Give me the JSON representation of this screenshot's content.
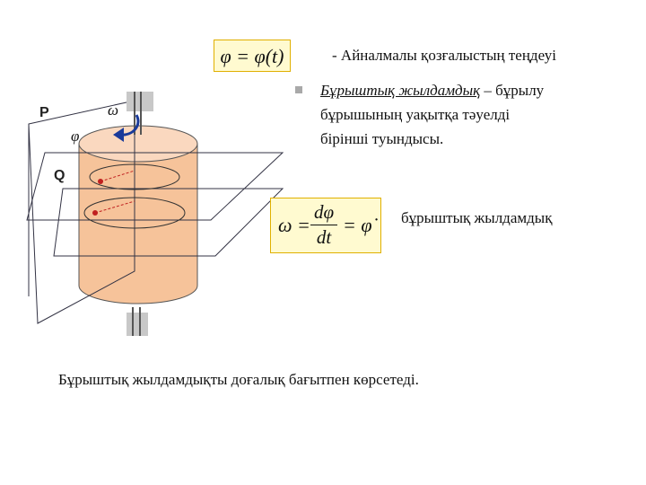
{
  "header": {
    "equation": "φ = φ(t)",
    "title": "- Айналмалы қозғалыстың теңдеуі"
  },
  "definition": {
    "term": "Бұрыштық жылдамдық",
    "line1_rest": " – бұрылу",
    "line2": "бұрышының  уақытқа    тәуелді",
    "line3": "бірінші   туындысы."
  },
  "angular_velocity": {
    "lhs": "ω =",
    "numerator": "dφ",
    "denominator": "dt",
    "rhs": "= φ̇",
    "label": "бұрыштық  жылдамдық"
  },
  "diagram": {
    "plane_p_label": "P",
    "plane_q_label": "Q",
    "omega_symbol": "ω",
    "phi_symbol": "φ",
    "colors": {
      "cylinder_fill": "#f6c39a",
      "cylinder_top": "#fad8bf",
      "plane_stroke": "#333344",
      "axis": "#888888",
      "arrow": "#1a3a9a",
      "point": "#c02020"
    }
  },
  "caption": "Бұрыштық  жылдамдықты  доғалық   бағытпен   көрсетеді."
}
